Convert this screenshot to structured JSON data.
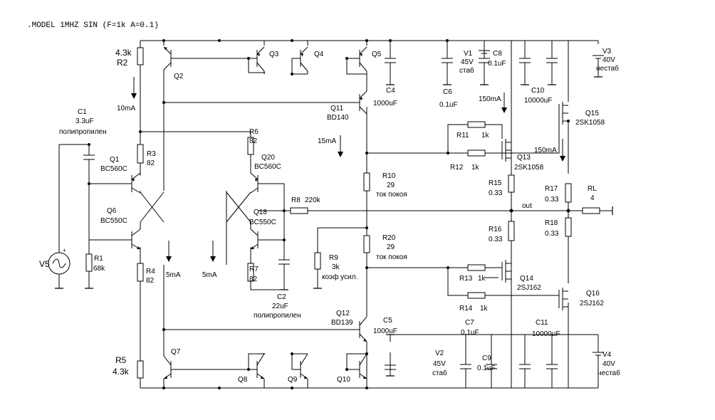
{
  "model_line": ".MODEL 1MHZ SIN (F=1k A=0.1)",
  "labels": {
    "r2_val": "4.3k",
    "r2": "R2",
    "i_10ma": "10mA",
    "q2": "Q2",
    "q3": "Q3",
    "q4": "Q4",
    "q5": "Q5",
    "c4": "C4",
    "c4_val": "1000uF",
    "c6": "C6",
    "c6_val": "0.1uF",
    "v1": "V1",
    "v1_val": "45V",
    "v1_type": "стаб",
    "c8": "C8",
    "c8_val": "0.1uF",
    "c10": "C10",
    "c10_val": "10000uF",
    "v3": "V3",
    "v3_val": "40V",
    "v3_type": "нестаб",
    "i_150ma_top": "150mA",
    "q11": "Q11",
    "q11_type": "BD140",
    "c1": "C1",
    "c1_val": "3.3uF",
    "c1_type": "полипропилен",
    "r6": "R6",
    "r6_val": "82",
    "r3": "R3",
    "r3_val": "82",
    "q1": "Q1",
    "q1_type": "BC560C",
    "q20": "Q20",
    "q20_type": "BC560C",
    "i_15ma": "15mA",
    "r11": "R11",
    "r11_val": "1k",
    "r12": "R12",
    "r12_val": "1k",
    "q15": "Q15",
    "q15_type": "2SK1058",
    "q13": "Q13",
    "q13_type": "2SK1058",
    "i_150ma_right": "150mA",
    "r10": "R10",
    "r10_val": "29",
    "r10_note": "ток покоя",
    "r15": "R15",
    "r15_val": "0.33",
    "r17": "R17",
    "r17_val": "0.33",
    "rl": "RL",
    "rl_val": "4",
    "r8": "R8",
    "r8_val": "220k",
    "out": "out",
    "q6": "Q6",
    "q6_type": "BC550C",
    "q18": "Q18",
    "q18_type": "BC550C",
    "r16": "R16",
    "r16_val": "0.33",
    "r18": "R18",
    "r18_val": "0.33",
    "r20": "R20",
    "r20_val": "29",
    "r20_note": "ток покоя",
    "v5": "V5",
    "r1": "R1",
    "r1_val": "68k",
    "r9": "R9",
    "r9_val": "3k",
    "r9_note": "коэф усил.",
    "r4": "R4",
    "r4_val": "82",
    "r7": "R7",
    "r7_val": "82",
    "i_5ma_a": "5mA",
    "i_5ma_b": "5mA",
    "r13": "R13",
    "r13_val": "1k",
    "q14": "Q14",
    "q14_type": "2SJ162",
    "c2": "C2",
    "c2_val": "22uF",
    "c2_type": "полипропилен",
    "r14": "R14",
    "r14_val": "1k",
    "q16": "Q16",
    "q16_type": "2SJ162",
    "q12": "Q12",
    "q12_type": "BD139",
    "c5": "C5",
    "c5_val": "1000uF",
    "c7": "C7",
    "c7_val": "0.1uF",
    "c11": "C11",
    "c11_val": "10000uF",
    "v4": "V4",
    "v4_val": "40V",
    "v4_type": "нестаб",
    "v2": "V2",
    "v2_val": "45V",
    "v2_type": "стаб",
    "c9": "C9",
    "c9_val": "0.1uF",
    "r5": "R5",
    "r5_val": "4.3k",
    "q7": "Q7",
    "q8": "Q8",
    "q9": "Q9",
    "q10": "Q10"
  }
}
